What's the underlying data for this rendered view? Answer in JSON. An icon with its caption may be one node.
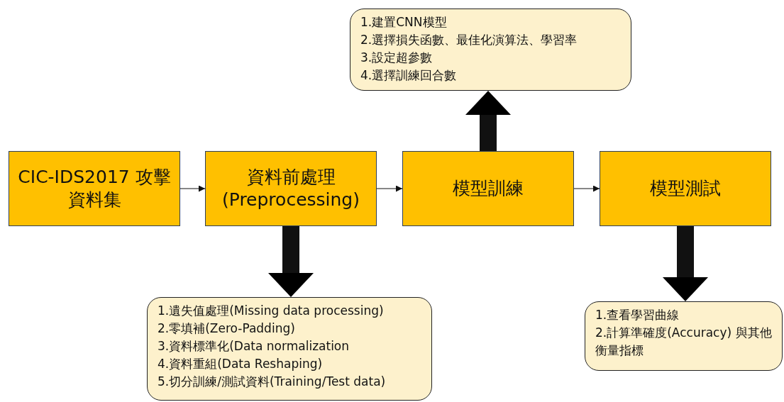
{
  "diagram": {
    "nodes": [
      {
        "text": [
          "CIC-IDS2017 攻擊資料集"
        ]
      },
      {
        "text": [
          "資料前處理 (Preprocessing)"
        ]
      },
      {
        "text": [
          "模型訓練"
        ]
      },
      {
        "text": [
          "模型測試"
        ]
      },
      {
        "text": [
          "1.建置CNN模型",
          "2.選擇損失函數、最佳化演算法、學習率",
          "3.設定超參數",
          "4.選擇訓練回合數"
        ]
      },
      {
        "text": [
          "1.遺失值處理(Missing data processing)",
          "2.零填補(Zero-Padding)",
          "3.資料標準化(Data normalization",
          "4.資料重組(Data Reshaping)",
          "5.切分訓練/測試資料(Training/Test data)"
        ]
      },
      {
        "text": [
          "1.查看學習曲線",
          "2.計算準確度(Accuracy) 與其他衡量指標"
        ]
      }
    ],
    "edges": [
      {
        "from": 0,
        "to": 1,
        "arrow": "to"
      },
      {
        "from": 1,
        "to": 2,
        "arrow": "to"
      },
      {
        "from": 2,
        "to": 3,
        "arrow": "to"
      },
      {
        "from": 2,
        "to": 4,
        "arrow": "to",
        "style": "thick"
      },
      {
        "from": 1,
        "to": 5,
        "arrow": "to",
        "style": "thick"
      },
      {
        "from": 3,
        "to": 6,
        "arrow": "to",
        "style": "thick"
      }
    ]
  }
}
